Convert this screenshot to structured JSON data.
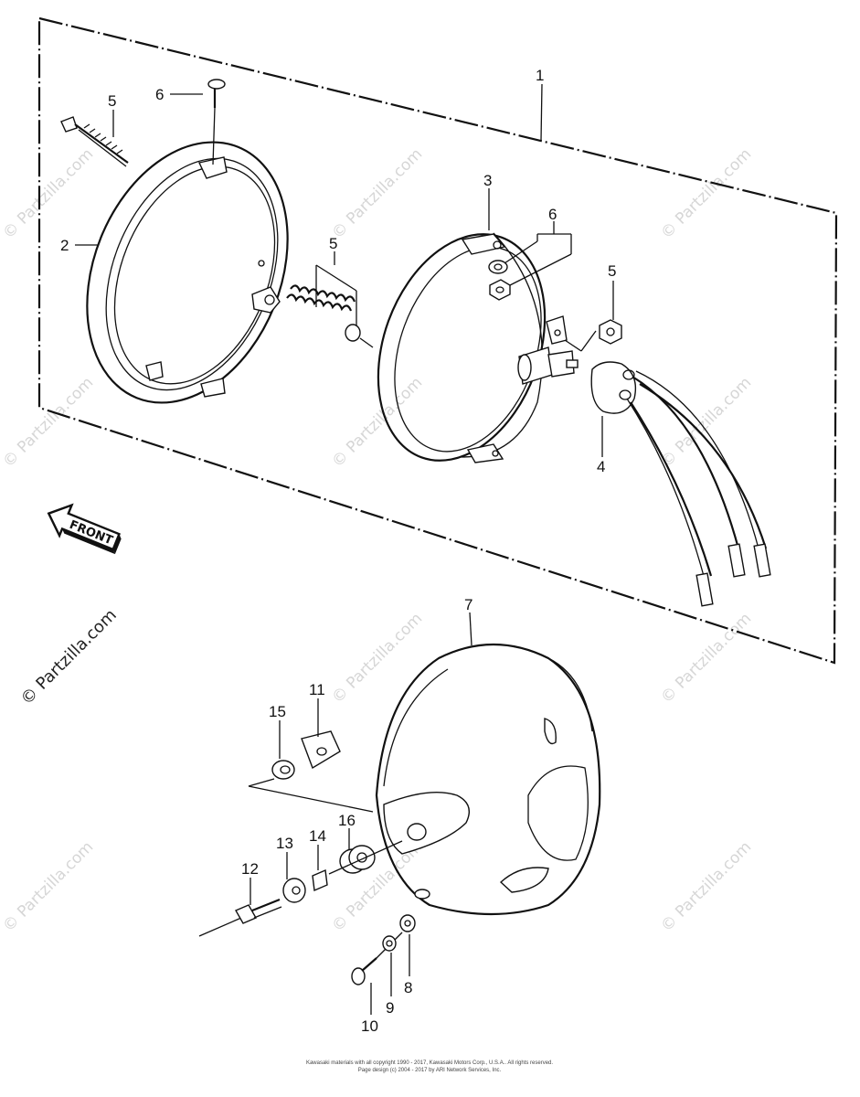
{
  "watermark": "© Partzilla.com",
  "callouts": {
    "c1": "1",
    "c2": "2",
    "c3": "3",
    "c4": "4",
    "c5a": "5",
    "c5b": "5",
    "c5c": "5",
    "c6a": "6",
    "c6b": "6",
    "c7": "7",
    "c8": "8",
    "c9": "9",
    "c10": "10",
    "c11": "11",
    "c12": "12",
    "c13": "13",
    "c14": "14",
    "c15": "15",
    "c16": "16"
  },
  "front_label": "FRONT",
  "copyright": {
    "line1": "Kawasaki materials with all copyright 1990 - 2017, Kawasaki Motors Corp., U.S.A.. All rights reserved.",
    "line2": "Page design (c) 2004 - 2017 by ARI Network Services, Inc."
  }
}
